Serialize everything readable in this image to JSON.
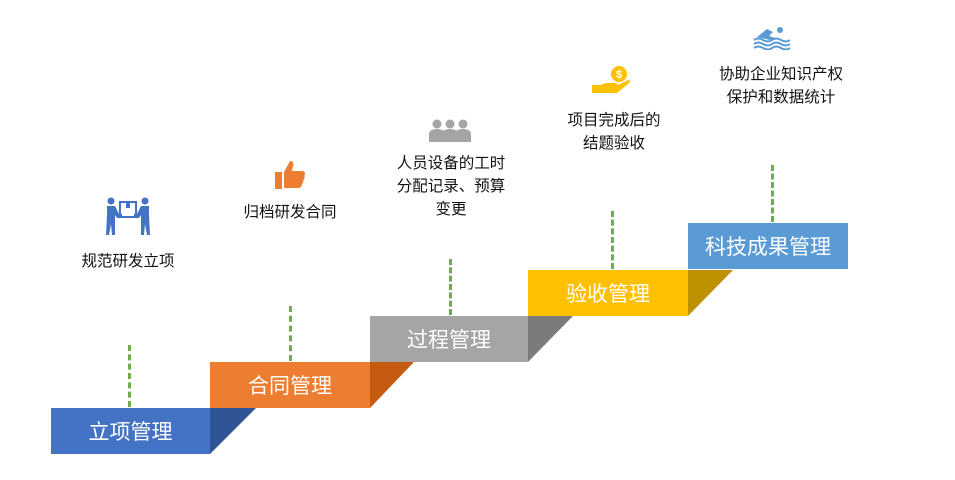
{
  "steps": [
    {
      "label": "立项管理",
      "color": "#4472c4",
      "shadow": "#2f5597",
      "description": [
        "规范研发立项"
      ],
      "icon": "people-carry-box-icon"
    },
    {
      "label": "合同管理",
      "color": "#ed7d31",
      "shadow": "#c55a11",
      "description": [
        "归档研发合同"
      ],
      "icon": "thumbs-up-icon"
    },
    {
      "label": "过程管理",
      "color": "#a5a5a5",
      "shadow": "#7b7b7b",
      "description": [
        "人员设备的工时",
        "分配记录、预算",
        "变更"
      ],
      "icon": "team-people-icon"
    },
    {
      "label": "验收管理",
      "color": "#ffc000",
      "shadow": "#bf9000",
      "description": [
        "项目完成后的",
        "结题验收"
      ],
      "icon": "hand-dollar-icon"
    },
    {
      "label": "科技成果管理",
      "color": "#5b9bd5",
      "description": [
        "协助企业知识产权",
        "保护和数据统计"
      ],
      "icon": "swimmer-icon"
    }
  ],
  "connector_color": "#70ad47"
}
